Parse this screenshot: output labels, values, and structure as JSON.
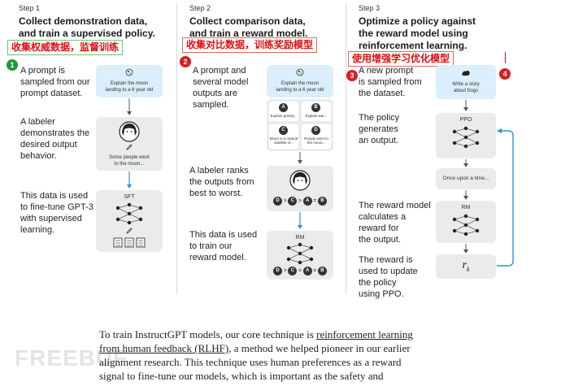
{
  "steps": [
    {
      "label": "Step 1",
      "title_line1": "Collect demonstration data,",
      "title_line2": "and train a supervised policy.",
      "annotation": "收集权威数据，监督训练",
      "badge": "1",
      "desc1": [
        "A prompt is",
        "sampled from our",
        "prompt dataset."
      ],
      "desc2": [
        "A labeler",
        "demonstrates the",
        "desired output",
        "behavior."
      ],
      "desc3": [
        "This data is used",
        "to fine-tune GPT-3",
        "with supervised",
        "learning."
      ],
      "prompt_card": [
        "Explain the moon",
        "landing to a 6 year old"
      ],
      "labeler_text": [
        "Some people went",
        "to the moon..."
      ],
      "model_label": "SFT"
    },
    {
      "label": "Step 2",
      "title_line1": "Collect comparison data,",
      "title_line2": "and train a reward model.",
      "annotation": "收集对比数据，训练奖励模型",
      "badge": "2",
      "desc1": [
        "A prompt and",
        "several model",
        "outputs are",
        "sampled."
      ],
      "desc2": [
        "A labeler ranks",
        "the outputs from",
        "best to worst."
      ],
      "desc3": [
        "This data is used",
        "to train our",
        "reward model."
      ],
      "prompt_card": [
        "Explain the moon",
        "landing to a 6 year old"
      ],
      "outputs": [
        {
          "letter": "A",
          "text": [
            "Explain gravity..."
          ]
        },
        {
          "letter": "B",
          "text": [
            "Explain war..."
          ]
        },
        {
          "letter": "C",
          "text": [
            "Moon is a natural",
            "satellite of..."
          ]
        },
        {
          "letter": "D",
          "text": [
            "People went to",
            "the moon..."
          ]
        }
      ],
      "ranking": [
        "D",
        ">",
        "C",
        ">",
        "A",
        "=",
        "B"
      ],
      "model_label": "RM"
    },
    {
      "label": "Step 3",
      "title_line1": "Optimize a policy against",
      "title_line2": "the reward model using",
      "title_line3": "reinforcement learning.",
      "annotation": "使用增强学习优化模型",
      "badge": "3",
      "badge2": "4",
      "desc1": [
        "A new prompt",
        "is sampled from",
        "the dataset."
      ],
      "desc2": [
        "The policy",
        "generates",
        "an output."
      ],
      "desc3": [
        "The reward model",
        "calculates a",
        "reward for",
        "the output."
      ],
      "desc4": [
        "The reward is",
        "used to update",
        "the policy",
        "using PPO."
      ],
      "prompt_card": [
        "Write a story",
        "about frogs"
      ],
      "policy_label": "PPO",
      "output_text": "Once upon a time...",
      "rm_label": "RM",
      "reward_symbol": "r",
      "reward_sub": "k"
    }
  ],
  "paragraph": {
    "line1_pre": "To train InstructGPT models, our core technique is ",
    "line1_link": "reinforcement learning",
    "line2_link": "from human feedback (RLHF)",
    "line2_post": ", a method we helped pioneer in our earlier",
    "line3": "alignment research. This technique uses human preferences as a reward",
    "line4": "signal to fine-tune our models, which is important as the safety and"
  },
  "watermark": "FREEBUF",
  "colors": {
    "annotation_red": "#dd1111",
    "badge_green": "#1f9a3a",
    "badge_red": "#d42020",
    "arrow_blue": "#2d8fe0"
  }
}
